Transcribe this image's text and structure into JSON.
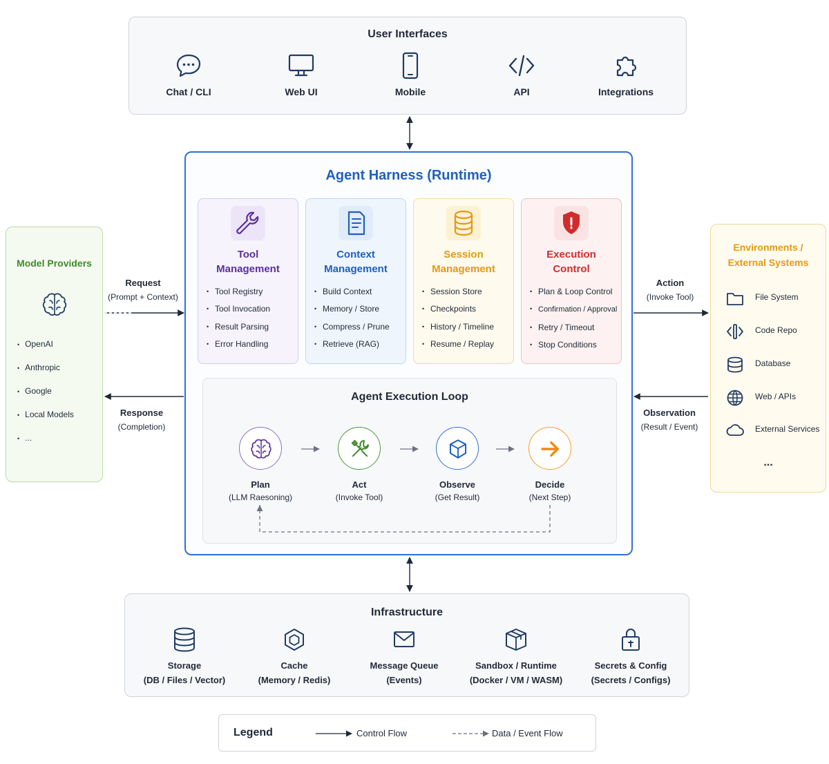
{
  "user_interfaces": {
    "title": "User Interfaces",
    "items": [
      {
        "label": "Chat / CLI",
        "icon": "chat-bubble-icon"
      },
      {
        "label": "Web UI",
        "icon": "monitor-icon"
      },
      {
        "label": "Mobile",
        "icon": "mobile-phone-icon"
      },
      {
        "label": "API",
        "icon": "code-brackets-icon"
      },
      {
        "label": "Integrations",
        "icon": "puzzle-piece-icon"
      }
    ]
  },
  "harness": {
    "title": "Agent Harness (Runtime)",
    "modules": [
      {
        "title_line1": "Tool",
        "title_line2": "Management",
        "color": "#5b2f9e",
        "icon": "wrench-icon",
        "items": [
          "Tool Registry",
          "Tool Invocation",
          "Result Parsing",
          "Error Handling"
        ]
      },
      {
        "title_line1": "Context",
        "title_line2": "Management",
        "color": "#1f5fbf",
        "icon": "document-icon",
        "items": [
          "Build Context",
          "Memory / Store",
          "Compress / Prune",
          "Retrieve (RAG)"
        ]
      },
      {
        "title_line1": "Session",
        "title_line2": "Management",
        "color": "#e29a12",
        "icon": "database-stack-icon",
        "items": [
          "Session Store",
          "Checkpoints",
          "History / Timeline",
          "Resume / Replay"
        ]
      },
      {
        "title_line1": "Execution",
        "title_line2": "Control",
        "color": "#d12c2c",
        "icon": "shield-icon",
        "items": [
          "Plan & Loop Control",
          "Confirmation / Approval",
          "Retry / Timeout",
          "Stop Conditions"
        ]
      }
    ],
    "loop": {
      "title": "Agent Execution Loop",
      "steps": [
        {
          "label": "Plan",
          "sub": "(LLM Raesoning)",
          "icon": "brain-icon"
        },
        {
          "label": "Act",
          "sub": "(Invoke Tool)",
          "icon": "tools-icon"
        },
        {
          "label": "Observe",
          "sub": "(Get Result)",
          "icon": "cube-icon"
        },
        {
          "label": "Decide",
          "sub": "(Next Step)",
          "icon": "arrow-right-icon"
        }
      ]
    }
  },
  "models": {
    "title": "Model Providers",
    "items": [
      "OpenAI",
      "Anthropic",
      "Google",
      "Local Models",
      "..."
    ]
  },
  "environments": {
    "title_line1": "Environments /",
    "title_line2": "External Systems",
    "items": [
      {
        "label": "File System",
        "icon": "folder-icon"
      },
      {
        "label": "Code Repo",
        "icon": "code-repo-icon"
      },
      {
        "label": "Database",
        "icon": "database-icon"
      },
      {
        "label": "Web / APIs",
        "icon": "globe-icon"
      },
      {
        "label": "External Services",
        "icon": "cloud-icon"
      }
    ],
    "more": "..."
  },
  "flows": {
    "request": {
      "label": "Request",
      "sub": "(Prompt + Context)"
    },
    "response": {
      "label": "Response",
      "sub": "(Completion)"
    },
    "action": {
      "label": "Action",
      "sub": "(Invoke Tool)"
    },
    "observation": {
      "label": "Observation",
      "sub": "(Result / Event)"
    }
  },
  "infrastructure": {
    "title": "Infrastructure",
    "items": [
      {
        "label": "Storage",
        "sub": "(DB / Files / Vector)",
        "icon": "storage-icon"
      },
      {
        "label": "Cache",
        "sub": "(Memory / Redis)",
        "icon": "hexagon-icon"
      },
      {
        "label": "Message Queue",
        "sub": "(Events)",
        "icon": "envelope-icon"
      },
      {
        "label": "Sandbox / Runtime",
        "sub": "(Docker / VM / WASM)",
        "icon": "box-icon"
      },
      {
        "label": "Secrets & Config",
        "sub": "(Secrets / Configs)",
        "icon": "lock-icon"
      }
    ]
  },
  "legend": {
    "title": "Legend",
    "control_flow": "Control Flow",
    "data_flow": "Data / Event Flow"
  },
  "colors": {
    "harness_blue": "#2f6fd6",
    "models_green": "#3f8a2a",
    "env_orange": "#e29a12",
    "tool_purple": "#5b2f9e",
    "exec_red": "#d12c2c"
  }
}
